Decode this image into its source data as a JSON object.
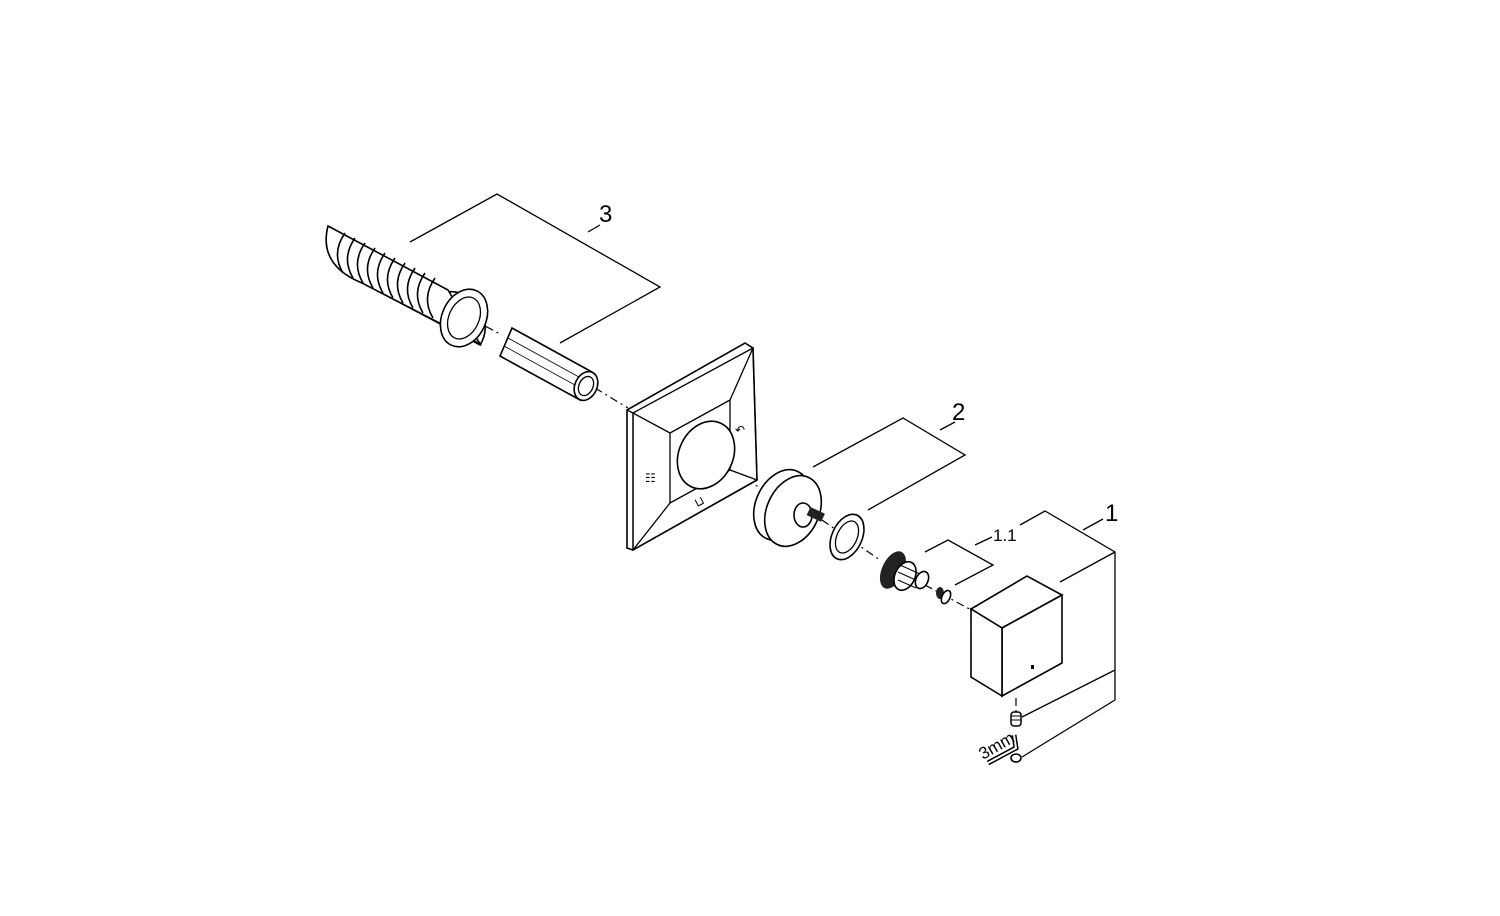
{
  "callouts": {
    "part_3": "3",
    "part_2": "2",
    "part_1": "1",
    "part_1_1": "1.1"
  },
  "tool_label": "3mm"
}
